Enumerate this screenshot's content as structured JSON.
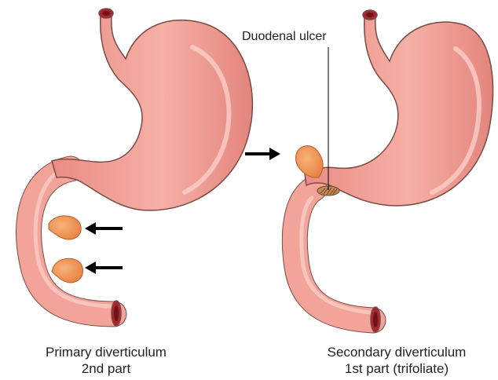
{
  "labels": {
    "ulcer": "Duodenal ulcer",
    "left_caption_line1": "Primary diverticulum",
    "left_caption_line2": "2nd part",
    "right_caption_line1": "Secondary diverticulum",
    "right_caption_line2": "1st part (trifoliate)"
  },
  "colors": {
    "stomach_fill": "#f2a49a",
    "stomach_outline": "#7a4a45",
    "highlight": "#fbd3cc",
    "diverticulum": "#f39a5d",
    "lumen": "#a8262c",
    "ulcer": "#c58a55",
    "arrow": "#000000"
  },
  "icons": [
    "left-arrow-icon",
    "right-arrow-icon"
  ]
}
